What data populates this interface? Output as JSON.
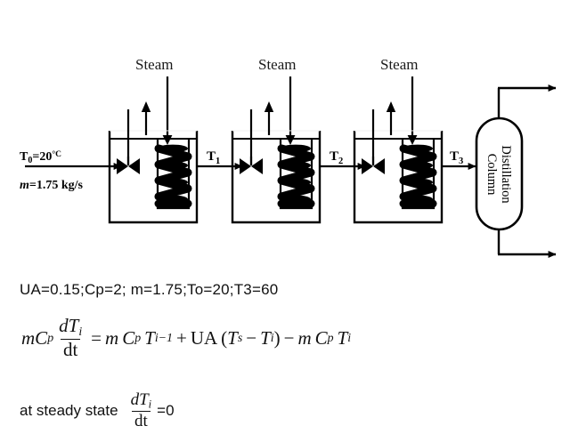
{
  "diagram": {
    "title": "three-stage-stirred-tank-heater-train",
    "steam_labels": [
      "Steam",
      "Steam",
      "Steam"
    ],
    "feed": {
      "temperature": "T",
      "temperature_sub": "0",
      "temperature_value": "=20",
      "temperature_unit": "°C",
      "flow_symbol": "m",
      "flow_value": "=1.75 kg/s"
    },
    "stream_labels": [
      {
        "symbol": "T",
        "sub": "1"
      },
      {
        "symbol": "T",
        "sub": "2"
      },
      {
        "symbol": "T",
        "sub": "3"
      }
    ],
    "column": {
      "line1": "Distillation",
      "line2": "Column"
    },
    "icon_names": {
      "valve": "valve-icon",
      "coil": "heating-coil-icon",
      "tank": "stirred-tank-icon",
      "column": "distillation-column-icon",
      "arrow": "flow-arrow-icon"
    },
    "colors": {
      "stroke": "#000000",
      "background": "#ffffff",
      "text": "#111111"
    }
  },
  "parameters": {
    "line": "UA=0.15;Cp=2; m=1.75;To=20;T3=60"
  },
  "equation": {
    "lhs_m": "m",
    "lhs_C": "C",
    "lhs_C_sub": "p",
    "frac_num_d": "d",
    "frac_num_T": "T",
    "frac_num_sub": "i",
    "frac_den": "dt",
    "equals": "=",
    "t1_m": "m",
    "t1_C": "C",
    "t1_C_sub": "p",
    "t1_T": "T",
    "t1_T_sub": "i−1",
    "plus": "+",
    "ua": "UA",
    "paren_open": "(",
    "t2_Ts": "T",
    "t2_Ts_sub": "s",
    "minus1": "−",
    "t2_Ti": "T",
    "t2_Ti_sub": "i",
    "paren_close": ")",
    "minus2": "−",
    "t3_m": "m",
    "t3_C": "C",
    "t3_C_sub": "p",
    "t3_T": "T",
    "t3_T_sub": "i"
  },
  "steady_state": {
    "label": "at steady state",
    "frac_num_d": "d",
    "frac_num_T": "T",
    "frac_num_sub": "i",
    "frac_den": "dt",
    "equals_zero": "=0"
  }
}
